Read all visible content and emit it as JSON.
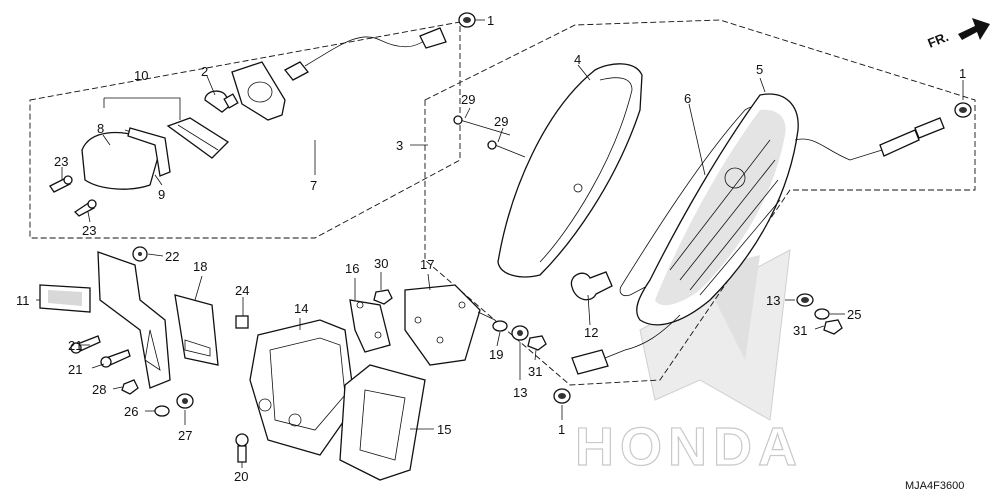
{
  "direction_label": "FR.",
  "diagram_code": "MJA4F3600",
  "watermark": "HONDA",
  "callouts": {
    "c1a": "1",
    "c1b": "1",
    "c1c": "1",
    "c2": "2",
    "c3": "3",
    "c4": "4",
    "c5": "5",
    "c6": "6",
    "c7": "7",
    "c8": "8",
    "c9": "9",
    "c10": "10",
    "c11": "11",
    "c12": "12",
    "c13a": "13",
    "c13b": "13",
    "c14": "14",
    "c15": "15",
    "c16": "16",
    "c17": "17",
    "c18": "18",
    "c19": "19",
    "c20": "20",
    "c21a": "21",
    "c21b": "21",
    "c22": "22",
    "c23a": "23",
    "c23b": "23",
    "c24": "24",
    "c25": "25",
    "c26": "26",
    "c27": "27",
    "c28": "28",
    "c29a": "29",
    "c29b": "29",
    "c30": "30",
    "c31a": "31",
    "c31b": "31"
  }
}
